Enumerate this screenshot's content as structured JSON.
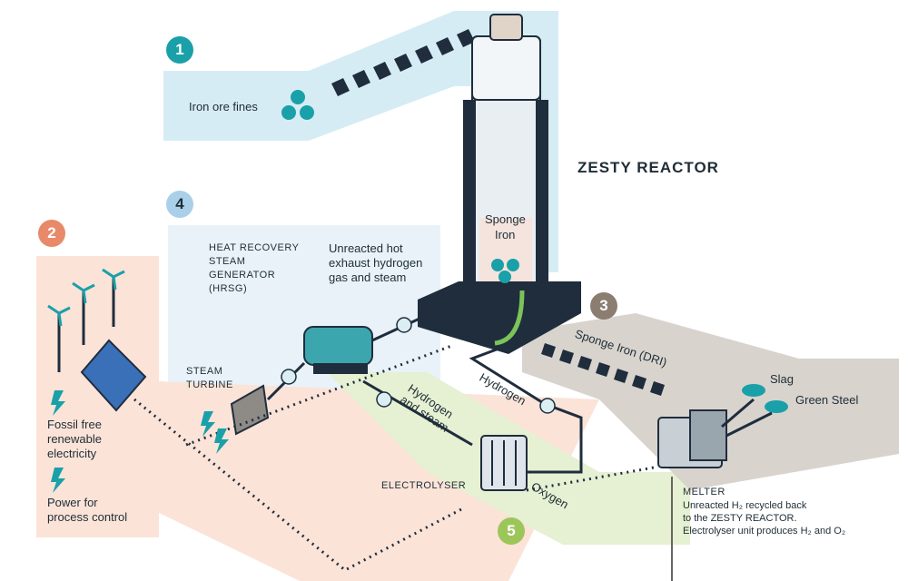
{
  "title": "ZESTY REACTOR",
  "steps": {
    "s1": {
      "num": "1",
      "color": "#1aa0a8"
    },
    "s2": {
      "num": "2",
      "color": "#e88a6a"
    },
    "s3": {
      "num": "3",
      "color": "#8b7d70"
    },
    "s4": {
      "num": "4",
      "color": "#a9d0e8"
    },
    "s5": {
      "num": "5",
      "color": "#9cc65a"
    }
  },
  "labels": {
    "iron_ore": "Iron ore fines",
    "sponge_iron_1": "Sponge",
    "sponge_iron_2": "Iron",
    "hrsg": [
      "HEAT RECOVERY",
      "STEAM",
      "GENERATOR",
      "(HRSG)"
    ],
    "exhaust": [
      "Unreacted hot",
      "exhaust hydrogen",
      "gas and steam"
    ],
    "steam_turbine": [
      "STEAM",
      "TURBINE"
    ],
    "fossil_free": [
      "Fossil free",
      "renewable",
      "electricity"
    ],
    "power": [
      "Power for",
      "process control"
    ],
    "electrolyser": "ELECTROLYSER",
    "hydrogen_steam": [
      "Hydrogen",
      "and steam"
    ],
    "hydrogen": "Hydrogen",
    "oxygen": "Oxygen",
    "sponge_dri": "Sponge Iron (DRI)",
    "slag": "Slag",
    "green_steel": "Green Steel",
    "melter": "MELTER",
    "note": [
      "Unreacted H₂ recycled back",
      "to the ZESTY REACTOR.",
      "Electrolyser unit produces H₂ and O₂"
    ]
  },
  "colors": {
    "teal": "#1aa0a8",
    "light_blue": "#d6ecf4",
    "peach": "#fbe3d8",
    "light_green": "#e6f0d2",
    "grey_brown": "#d8d3cd",
    "navy": "#1f2d3d"
  }
}
